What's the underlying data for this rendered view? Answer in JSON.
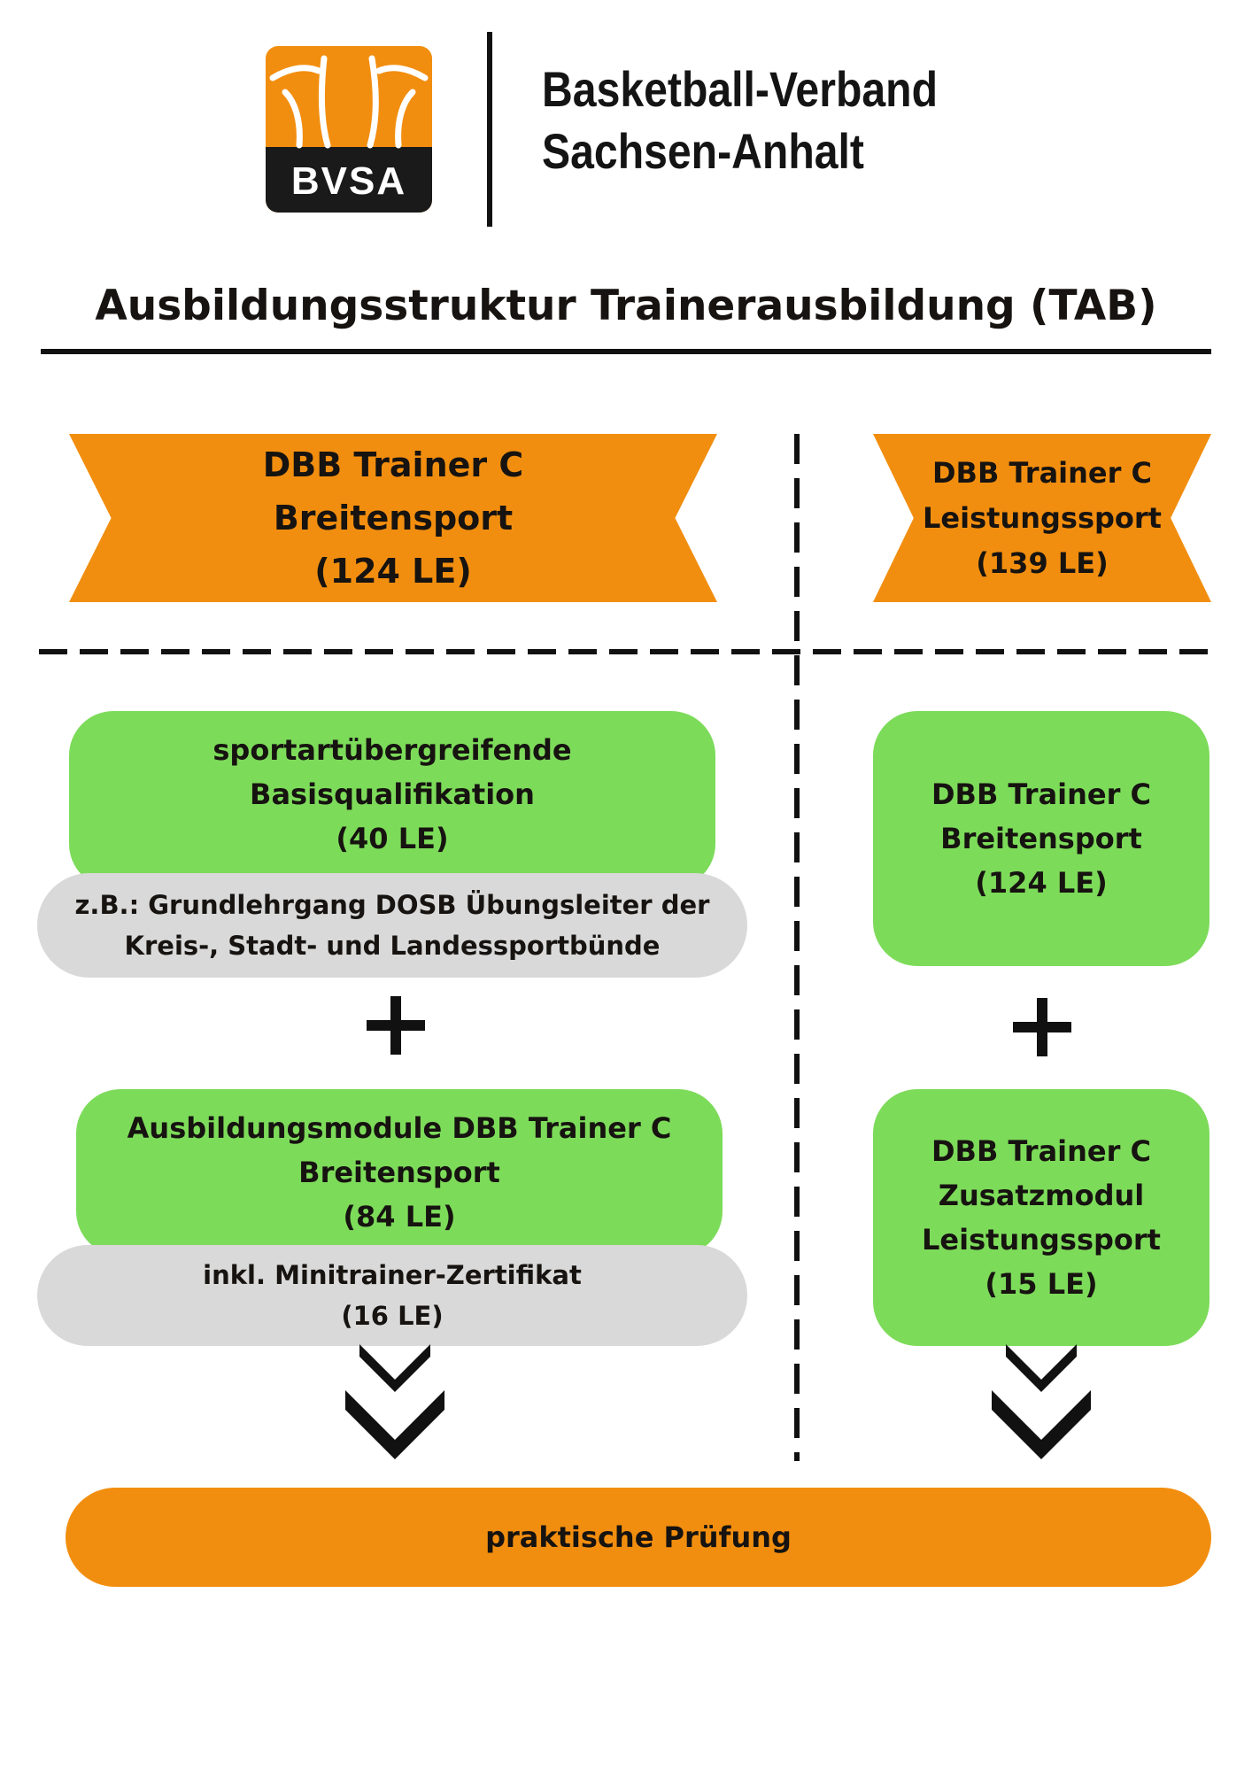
{
  "header": {
    "logo_text": "BVSA",
    "org_name_line1": "Basketball-Verband",
    "org_name_line2": "Sachsen-Anhalt"
  },
  "title": "Ausbildungsstruktur Trainerausbildung (TAB)",
  "left_column": {
    "banner": {
      "line1": "DBB Trainer C",
      "line2": "Breitensport",
      "line3": "(124 LE)"
    },
    "box1": {
      "line1": "sportartübergreifende",
      "line2": "Basisqualifikation",
      "line3": "(40 LE)"
    },
    "note1": {
      "line1": "z.B.: Grundlehrgang DOSB Übungsleiter der",
      "line2": "Kreis-, Stadt- und Landessportbünde"
    },
    "box2": {
      "line1": "Ausbildungsmodule DBB Trainer C",
      "line2": "Breitensport",
      "line3": "(84 LE)"
    },
    "note2": {
      "line1": "inkl. Minitrainer-Zertifikat",
      "line2": "(16 LE)"
    }
  },
  "right_column": {
    "banner": {
      "line1": "DBB Trainer C",
      "line2": "Leistungssport",
      "line3": "(139 LE)"
    },
    "box1": {
      "line1": "DBB Trainer C",
      "line2": "Breitensport",
      "line3": "(124 LE)"
    },
    "box2": {
      "line1": "DBB Trainer C",
      "line2": "Zusatzmodul",
      "line3": "Leistungssport",
      "line4": "(15 LE)"
    }
  },
  "exam": "praktische Prüfung",
  "colors": {
    "orange": "#f28e0f",
    "green": "#7ddb5a",
    "gray": "#d9d9d9",
    "dark": "#111111"
  }
}
